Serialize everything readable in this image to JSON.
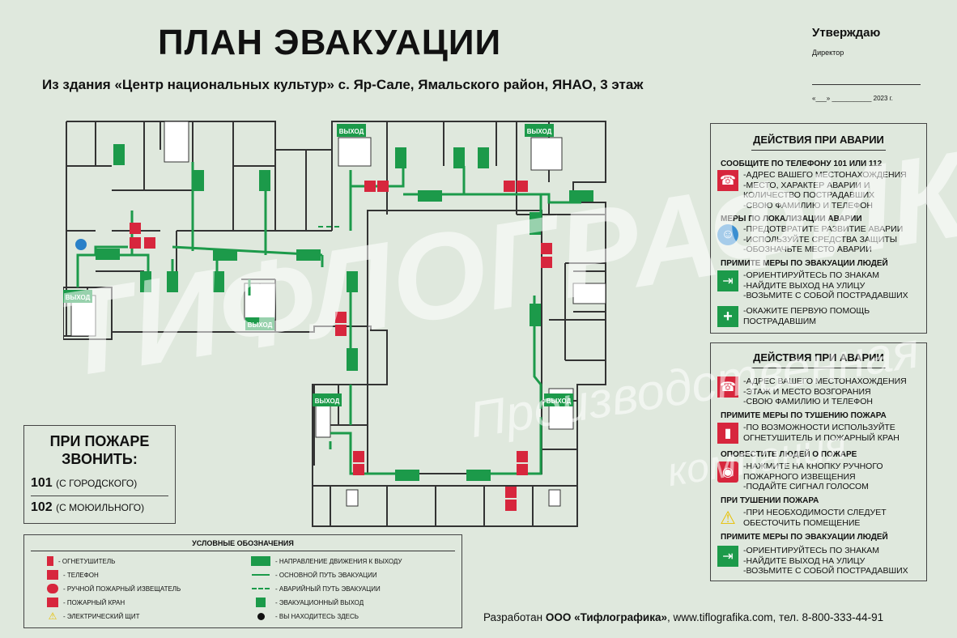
{
  "header": {
    "title": "ПЛАН ЭВАКУАЦИИ",
    "subtitle": "Из здания «Центр национальных культур» с. Яр-Сале, Ямальского район, ЯНАО, 3 этаж"
  },
  "approval": {
    "label": "Утверждаю",
    "role": "Директор",
    "date_line": "«___» ___________ 2023 г."
  },
  "map": {
    "exit_labels": [
      "ВЫХОД",
      "ВЫХОД",
      "ВЫХОД",
      "ВЫХОД",
      "ВЫХОД",
      "ВЫХОД"
    ]
  },
  "panel1": {
    "title": "ДЕЙСТВИЯ ПРИ АВАРИИ",
    "sections": [
      {
        "heading": "СООБЩИТЕ ПО ТЕЛЕФОНУ 101 ИЛИ 112",
        "lines": [
          "-АДРЕС ВАШЕГО МЕСТОНАХОЖДЕНИЯ",
          "-МЕСТО, ХАРАКТЕР АВАРИИ И",
          " КОЛИЧЕСТВО ПОСТРАДАВШИХ",
          "-СВОЮ ФАМИЛИЮ И ТЕЛЕФОН"
        ],
        "icon": "phone-icon"
      },
      {
        "heading": "МЕРЫ ПО ЛОКАЛИЗАЦИИ АВАРИИ",
        "lines": [
          "-ПРЕДОТВРАТИТЕ РАЗВИТИЕ АВАРИИ",
          "-ИСПОЛЬЗУЙТЕ СРЕДСТВА ЗАЩИТЫ",
          "-ОБОЗНАЧЬТЕ МЕСТО АВАРИИ"
        ],
        "icon": "protective-gear-icon"
      },
      {
        "heading": "ПРИМИТЕ МЕРЫ ПО ЭВАКУАЦИИ ЛЮДЕЙ",
        "lines": [
          "-ОРИЕНТИРУЙТЕСЬ ПО ЗНАКАМ",
          "-НАЙДИТЕ ВЫХОД НА УЛИЦУ",
          "-ВОЗЬМИТЕ С СОБОЙ ПОСТРАДАВШИХ"
        ],
        "icon": "exit-icon"
      },
      {
        "heading": "",
        "lines": [
          "-ОКАЖИТЕ ПЕРВУЮ  ПОМОЩЬ",
          " ПОСТРАДАВШИМ"
        ],
        "icon": "first-aid-icon"
      }
    ]
  },
  "panel2": {
    "title": "ДЕЙСТВИЯ ПРИ АВАРИИ",
    "sections": [
      {
        "heading": "",
        "lines": [
          "-АДРЕС ВАШЕГО МЕСТОНАХОЖДЕНИЯ",
          "-ЭТАЖ И МЕСТО ВОЗГОРАНИЯ",
          "-СВОЮ ФАМИЛИЮ И ТЕЛЕФОН"
        ],
        "icon": "phone-icon"
      },
      {
        "heading": "ПРИМИТЕ МЕРЫ ПО ТУШЕНИЮ ПОЖАРА",
        "lines": [
          "-ПО ВОЗМОЖНОСТИ ИСПОЛЬЗУЙТЕ",
          " ОГНЕТУШИТЕЛЬ И ПОЖАРНЫЙ КРАН"
        ],
        "icon": "fire-extinguisher-icon"
      },
      {
        "heading": "ОПОВЕСТИТЕ ЛЮДЕЙ О ПОЖАРЕ",
        "lines": [
          "-НАЖМИТЕ НА КНОПКУ РУЧНОГО",
          " ПОЖАРНОГО ИЗВЕЩЕНИЯ",
          "-ПОДАЙТЕ СИГНАЛ ГОЛОСОМ"
        ],
        "icon": "alarm-button-icon"
      },
      {
        "heading": "ПРИ ТУШЕНИИ ПОЖАРА",
        "lines": [
          "-ПРИ НЕОБХОДИМОСТИ СЛЕДУЕТ",
          " ОБЕСТОЧИТЬ ПОМЕЩЕНИЕ"
        ],
        "icon": "electric-warning-icon"
      },
      {
        "heading": "ПРИМИТЕ МЕРЫ ПО ЭВАКУАЦИИ ЛЮДЕЙ",
        "lines": [
          "-ОРИЕНТИРУЙТЕСЬ ПО ЗНАКАМ",
          "-НАЙДИТЕ ВЫХОД НА УЛИЦУ",
          "-ВОЗЬМИТЕ С СОБОЙ ПОСТРАДАВШИХ"
        ],
        "icon": "exit-icon"
      }
    ]
  },
  "fire_call": {
    "title_line1": "ПРИ ПОЖАРЕ",
    "title_line2": "ЗВОНИТЬ:",
    "num1": "101",
    "num1_note": "(С ГОРОДСКОГО)",
    "num2": "102",
    "num2_note": "(С МОЮИЛЬНОГО)"
  },
  "legend": {
    "title": "УСЛОВНЫЕ ОБОЗНАЧЕНИЯ",
    "items_left": [
      {
        "label": "- ОГНЕТУШИТЕЛЬ",
        "icon": "fire-extinguisher-icon"
      },
      {
        "label": "- ТЕЛЕФОН",
        "icon": "phone-icon"
      },
      {
        "label": "- РУЧНОЙ ПОЖАРНЫЙ ИЗВЕЩАТЕЛЬ",
        "icon": "manual-call-point-icon"
      },
      {
        "label": "- ПОЖАРНЫЙ КРАН",
        "icon": "fire-hydrant-icon"
      },
      {
        "label": "- ЭЛЕКТРИЧЕСКИЙ ЩИТ",
        "icon": "electric-panel-icon"
      }
    ],
    "items_right": [
      {
        "label": "- НАПРАВЛЕНИЕ ДВИЖЕНИЯ К ВЫХОДУ",
        "icon": "direction-arrow-icon"
      },
      {
        "label": "- ОСНОВНОЙ ПУТЬ ЭВАКУАЦИИ",
        "icon": "main-route-line-icon"
      },
      {
        "label": "- АВАРИЙНЫЙ ПУТЬ ЭВАКУАЦИИ",
        "icon": "emergency-route-line-icon"
      },
      {
        "label": "- ЭВАКУАЦИОННЫЙ ВЫХОД",
        "icon": "evacuation-exit-icon"
      },
      {
        "label": "- ВЫ НАХОДИТЕСЬ ЗДЕСЬ",
        "icon": "you-are-here-icon"
      }
    ]
  },
  "credit": {
    "prefix": "Разработан",
    "company": "ООО «Тифлографика»",
    "rest": ", www.tiflografika.com, тел. 8-800-333-44-91"
  },
  "watermark": {
    "main": "ТИФЛОГРАФИКА",
    "line2": "Производственная",
    "line3": "компания"
  },
  "colors": {
    "background": "#dfe8dd",
    "route_green": "#1c9a4a",
    "fire_red": "#d7263d",
    "wall": "#333333"
  }
}
